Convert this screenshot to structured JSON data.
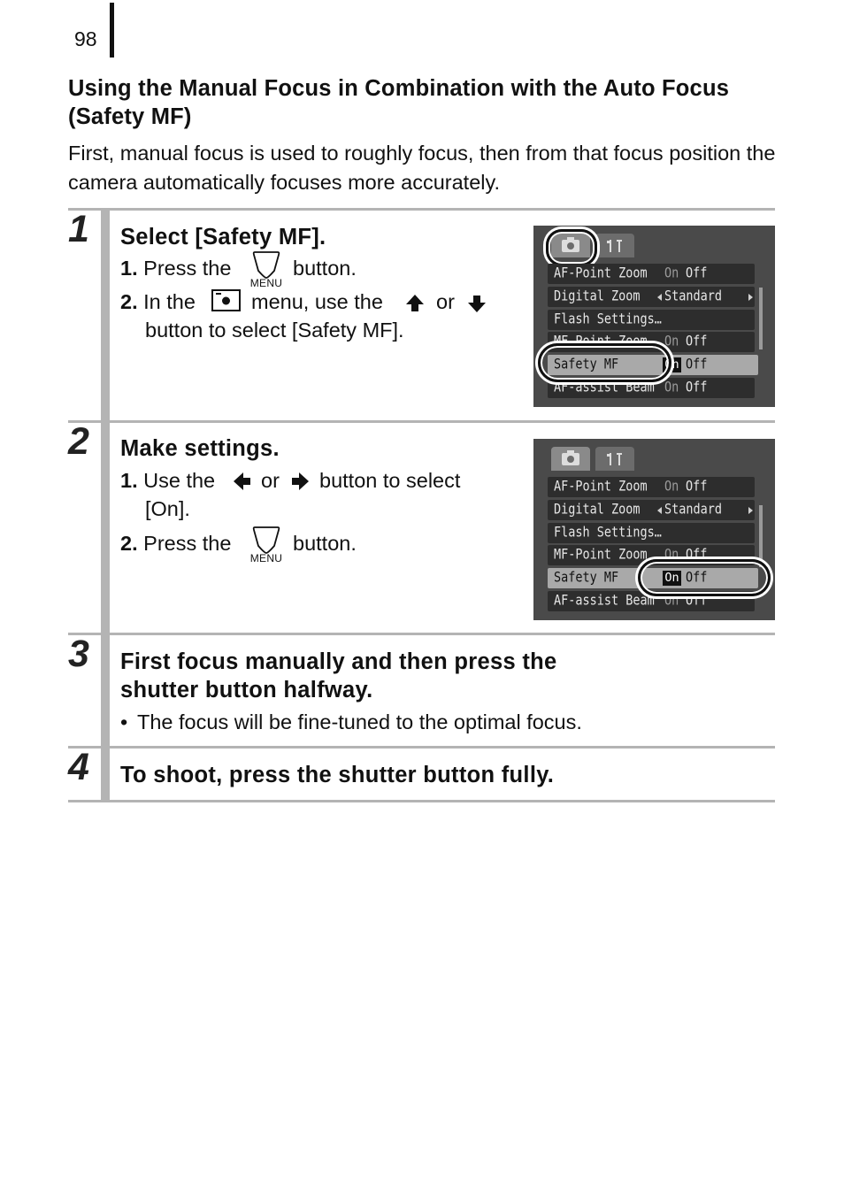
{
  "page": {
    "number": "98",
    "title": "Using the Manual Focus in Combination with the Auto Focus (Safety MF)",
    "intro": "First, manual focus is used to roughly focus, then from that focus position the camera automatically focuses more accurately."
  },
  "icons": [
    "menu-button-icon",
    "camera-icon",
    "up-arrow-icon",
    "down-arrow-icon",
    "left-arrow-icon",
    "right-arrow-icon",
    "settings-tab-icon"
  ],
  "steps": [
    {
      "number": "1",
      "heading": "Select [Safety MF].",
      "sub1": {
        "num": "1.",
        "pre": "Press the",
        "post": "button.",
        "menu_label": "MENU"
      },
      "sub2": {
        "num": "2.",
        "pre": "In the",
        "mid": "menu, use the",
        "or": "or",
        "line2": "button to select [Safety MF]."
      }
    },
    {
      "number": "2",
      "heading": "Make settings.",
      "sub1": {
        "num": "1.",
        "pre": "Use the",
        "or": "or",
        "post": "button to select",
        "line2": "[On]."
      },
      "sub2": {
        "num": "2.",
        "pre": "Press the",
        "post": "button.",
        "menu_label": "MENU"
      }
    },
    {
      "number": "3",
      "heading_line1": "First focus manually and then press the",
      "heading_line2": "shutter button halfway.",
      "bullet": "•",
      "note": "The focus will be fine-tuned to the optimal focus."
    },
    {
      "number": "4",
      "heading": "To shoot, press the shutter button fully."
    }
  ],
  "screen1": {
    "rows": [
      {
        "label": "AF-Point Zoom",
        "v1": "On",
        "v2": "Off"
      },
      {
        "label": "Digital Zoom",
        "value": "Standard"
      },
      {
        "label": "Flash Settings…"
      },
      {
        "label": "MF-Point Zoom",
        "v1": "On",
        "v2": "Off"
      },
      {
        "label": "Safety MF",
        "v1": "On",
        "v2": "Off"
      },
      {
        "label": "AF-assist Beam",
        "v1": "On",
        "v2": "Off"
      }
    ]
  },
  "screen2": {
    "rows": [
      {
        "label": "AF-Point Zoom",
        "v1": "On",
        "v2": "Off"
      },
      {
        "label": "Digital Zoom",
        "value": "Standard"
      },
      {
        "label": "Flash Settings…"
      },
      {
        "label": "MF-Point Zoom",
        "v1": "On",
        "v2": "Off"
      },
      {
        "label": "Safety MF",
        "v1": "On",
        "v2": "Off"
      },
      {
        "label": "AF-assist Beam",
        "v1": "On",
        "v2": "Off"
      }
    ]
  }
}
